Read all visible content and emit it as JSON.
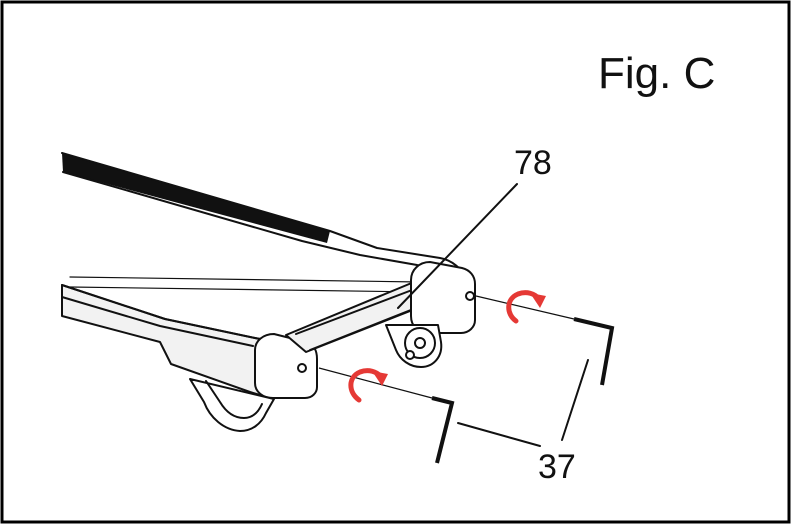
{
  "figure": {
    "title": "Fig. C",
    "labels": {
      "rear_roller": "78",
      "hex_keys": "37"
    }
  },
  "colors": {
    "outline": "#111111",
    "arrow": "#e53935",
    "background": "#ffffff"
  },
  "icons": {
    "rotation": "clockwise-rotation-arrow-icon",
    "tool": "hex-key-icon"
  }
}
